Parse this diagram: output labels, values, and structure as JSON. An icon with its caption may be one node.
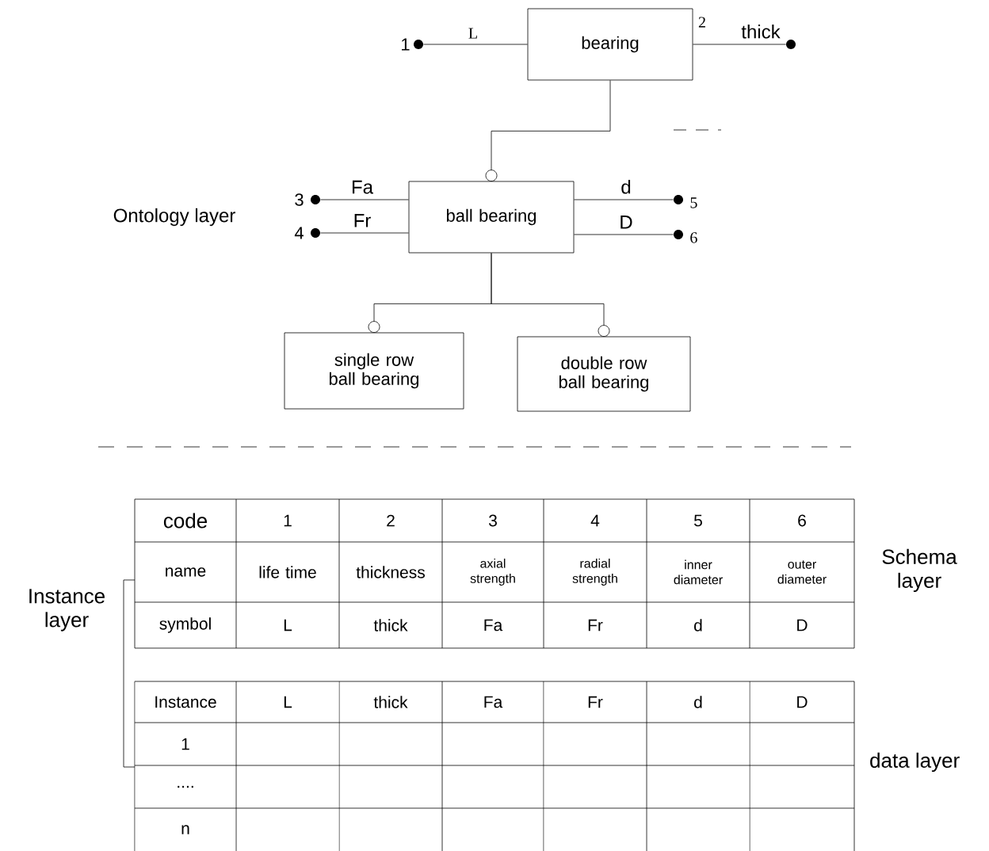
{
  "diagram": {
    "nodes": [
      {
        "text": [],
        "shape": "circle",
        "beside": [
          "1"
        ]
      },
      {
        "text": [
          "bearing"
        ]
      },
      {
        "text": [],
        "shape": "circle"
      },
      {
        "text": [],
        "shape": "circle",
        "beside": [
          "3"
        ]
      },
      {
        "text": [],
        "shape": "circle",
        "beside": [
          "4"
        ]
      },
      {
        "text": [
          "ball bearing"
        ]
      },
      {
        "text": [],
        "shape": "circle",
        "beside": [
          "5"
        ]
      },
      {
        "text": [],
        "shape": "circle",
        "beside": [
          "6"
        ]
      },
      {
        "text": [
          "single row ball bearing"
        ]
      },
      {
        "text": [
          "double row ball bearing"
        ]
      }
    ],
    "edges": [
      {
        "from": 1,
        "to": 0,
        "arrow": "none",
        "label": "L"
      },
      {
        "from": 1,
        "to": 2,
        "arrow": "none",
        "label": "thick"
      },
      {
        "from": 1,
        "to": 5,
        "arrow": "other"
      },
      {
        "from": 5,
        "to": 3,
        "arrow": "none",
        "label": "Fa"
      },
      {
        "from": 5,
        "to": 4,
        "arrow": "none",
        "label": "Fr"
      },
      {
        "from": 5,
        "to": 6,
        "arrow": "none",
        "label": "d"
      },
      {
        "from": 5,
        "to": 7,
        "arrow": "none",
        "label": "D"
      },
      {
        "from": 5,
        "to": 8,
        "arrow": "other"
      },
      {
        "from": 5,
        "to": 9,
        "arrow": "other"
      }
    ],
    "labels": [
      "2",
      "Ontology layer",
      "code",
      "1",
      "2",
      "3",
      "4",
      "5",
      "6",
      "name",
      "life time",
      "thickness",
      "axial strength",
      "radial strength",
      "inner diameter",
      "outer diameter",
      "Schema layer",
      "Instance layer",
      "symbol",
      "L",
      "thick",
      "Fa",
      "Fr",
      "d",
      "D",
      "Instance",
      "L",
      "thick",
      "Fa",
      "Fr",
      "d",
      "D",
      "1",
      "....",
      "n",
      "data layer"
    ]
  }
}
